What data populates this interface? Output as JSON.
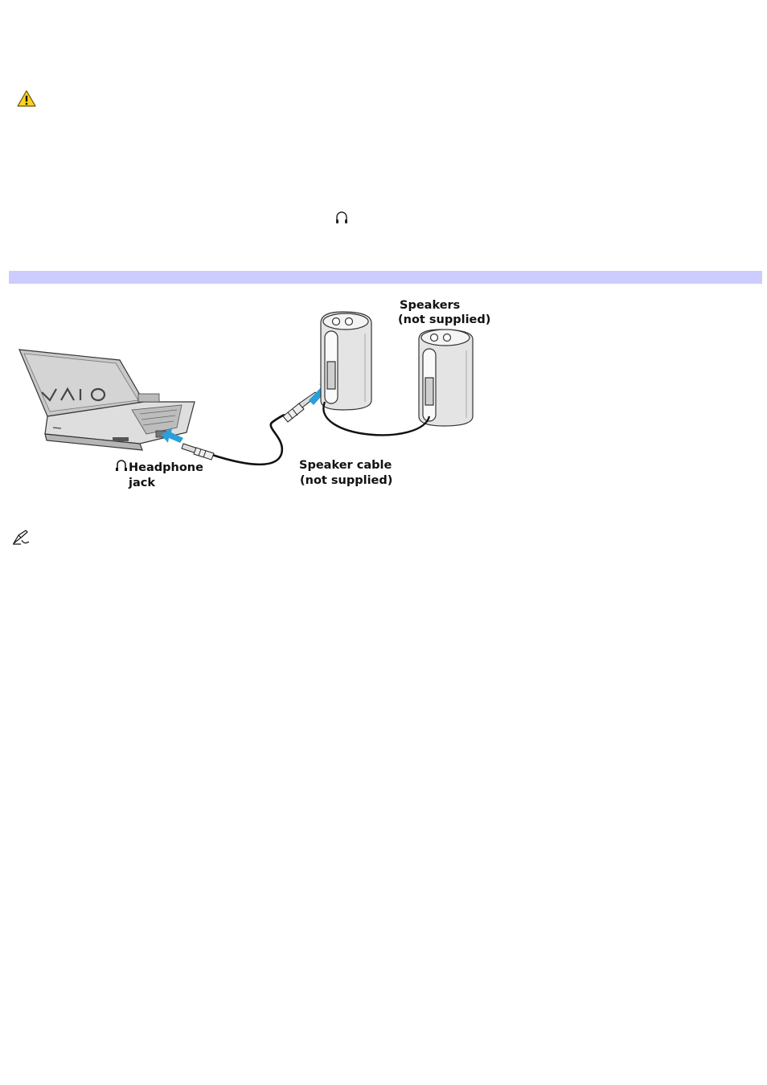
{
  "icons": {
    "warning": "warning-icon",
    "headphone": "headphone-icon",
    "note": "note-pencil-icon"
  },
  "colors": {
    "section_bar": "#ccccff",
    "arrow": "#2a9fd8",
    "warning_fill": "#ffd21f"
  },
  "diagram": {
    "speakers_label_line1": "Speakers",
    "speakers_label_line2": "(not supplied)",
    "headphone_label_line1": "Headphone",
    "headphone_label_line2": "jack",
    "cable_label_line1": "Speaker cable",
    "cable_label_line2": "(not supplied)"
  }
}
